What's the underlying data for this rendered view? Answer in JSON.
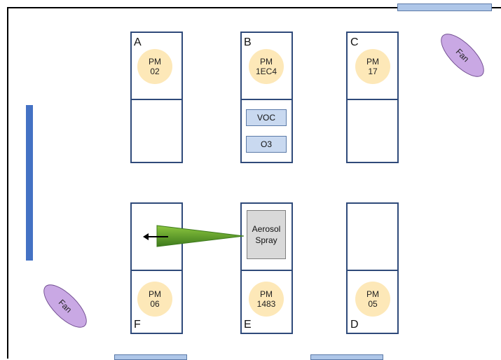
{
  "desks": {
    "A": {
      "letter": "A",
      "pm_line1": "PM",
      "pm_line2": "02"
    },
    "B": {
      "letter": "B",
      "pm_line1": "PM",
      "pm_line2": "1EC4"
    },
    "C": {
      "letter": "C",
      "pm_line1": "PM",
      "pm_line2": "17"
    },
    "D": {
      "letter": "D",
      "pm_line1": "PM",
      "pm_line2": "05"
    },
    "E": {
      "letter": "E",
      "pm_line1": "PM",
      "pm_line2": "1483"
    },
    "F": {
      "letter": "F",
      "pm_line1": "PM",
      "pm_line2": "06"
    }
  },
  "sensors": {
    "voc": "VOC",
    "o3": "O3"
  },
  "spray": {
    "line1": "Aerosol",
    "line2": "Spray"
  },
  "fans": {
    "top_right": "Fan",
    "bottom_left": "Fan"
  },
  "colors": {
    "desk_border": "#2f4a7a",
    "pm_fill": "#fde8b8",
    "sensor_fill": "#c9d9f0",
    "window_fill": "#aec6e8",
    "wall_bar": "#4472c4",
    "fan_fill": "#c9a8e4",
    "plume": "#5aa02c"
  }
}
